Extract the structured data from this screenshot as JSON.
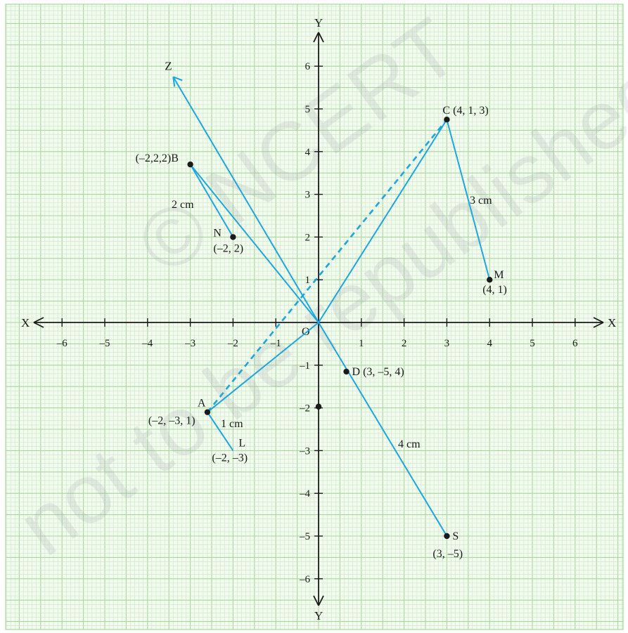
{
  "colors": {
    "paper": "#f3faf0",
    "grid_minor": "#c8e8c0",
    "grid_major": "#a8d89c",
    "axis": "#1a1a1a",
    "line": "#1ea7df",
    "point": "#1a1a1a"
  },
  "axes": {
    "x_left_label": "X",
    "x_right_label": "X",
    "y_top_label": "Y",
    "y_bottom_label": "Y",
    "origin_label": "O",
    "x_ticks": [
      {
        "v": -6,
        "t": "–6"
      },
      {
        "v": -5,
        "t": "–5"
      },
      {
        "v": -4,
        "t": "–4"
      },
      {
        "v": -3,
        "t": "–3"
      },
      {
        "v": -2,
        "t": "–2"
      },
      {
        "v": -1,
        "t": "–1"
      },
      {
        "v": 1,
        "t": "1"
      },
      {
        "v": 2,
        "t": "2"
      },
      {
        "v": 3,
        "t": "3"
      },
      {
        "v": 4,
        "t": "4"
      },
      {
        "v": 5,
        "t": "5"
      },
      {
        "v": 6,
        "t": "6"
      }
    ],
    "y_ticks": [
      {
        "v": 6,
        "t": "6"
      },
      {
        "v": 5,
        "t": "5"
      },
      {
        "v": 4,
        "t": "4"
      },
      {
        "v": 3,
        "t": "3"
      },
      {
        "v": 2,
        "t": "2"
      },
      {
        "v": 1,
        "t": "1"
      },
      {
        "v": -1,
        "t": "–1"
      },
      {
        "v": -2,
        "t": "–2"
      },
      {
        "v": -3,
        "t": "–3"
      },
      {
        "v": -4,
        "t": "–4"
      },
      {
        "v": -5,
        "t": "–5"
      },
      {
        "v": -6,
        "t": "–6"
      }
    ],
    "z_label": "Z"
  },
  "points": {
    "A": {
      "name": "A",
      "coord": "(–2, –3, 1)",
      "x": -2.6,
      "y": -2.1
    },
    "L": {
      "name": "L",
      "coord": "(–2, –3)",
      "x": -2,
      "y": -3
    },
    "B": {
      "name": "(–2,2,2)B",
      "x": -3,
      "y": 3.7
    },
    "N": {
      "name": "N",
      "coord": "(–2, 2)",
      "x": -2,
      "y": 2
    },
    "C": {
      "name": "C",
      "coord": "(4, 1, 3)",
      "x": 3,
      "y": 4.75
    },
    "M": {
      "name": "M",
      "coord": "(4, 1)",
      "x": 4,
      "y": 1
    },
    "D": {
      "name": "D",
      "coord": "(3, –5, 4)",
      "x": 0.65,
      "y": -1.15
    },
    "S": {
      "name": "S",
      "coord": "(3, –5)",
      "x": 3,
      "y": -5
    },
    "Y2": {
      "x": 0,
      "y": -1.97
    }
  },
  "segment_labels": {
    "AL": "1 cm",
    "BN": "2 cm",
    "CM": "3 cm",
    "DS": "4 cm"
  },
  "z_axis_end": {
    "x": -3.4,
    "y": 5.75
  },
  "dashed_line": {
    "from": {
      "x": -2.6,
      "y": -2.1
    },
    "to": {
      "x": 3,
      "y": 4.75
    }
  },
  "watermark": {
    "line1": "© NCERT",
    "line2": "not to be republished"
  }
}
